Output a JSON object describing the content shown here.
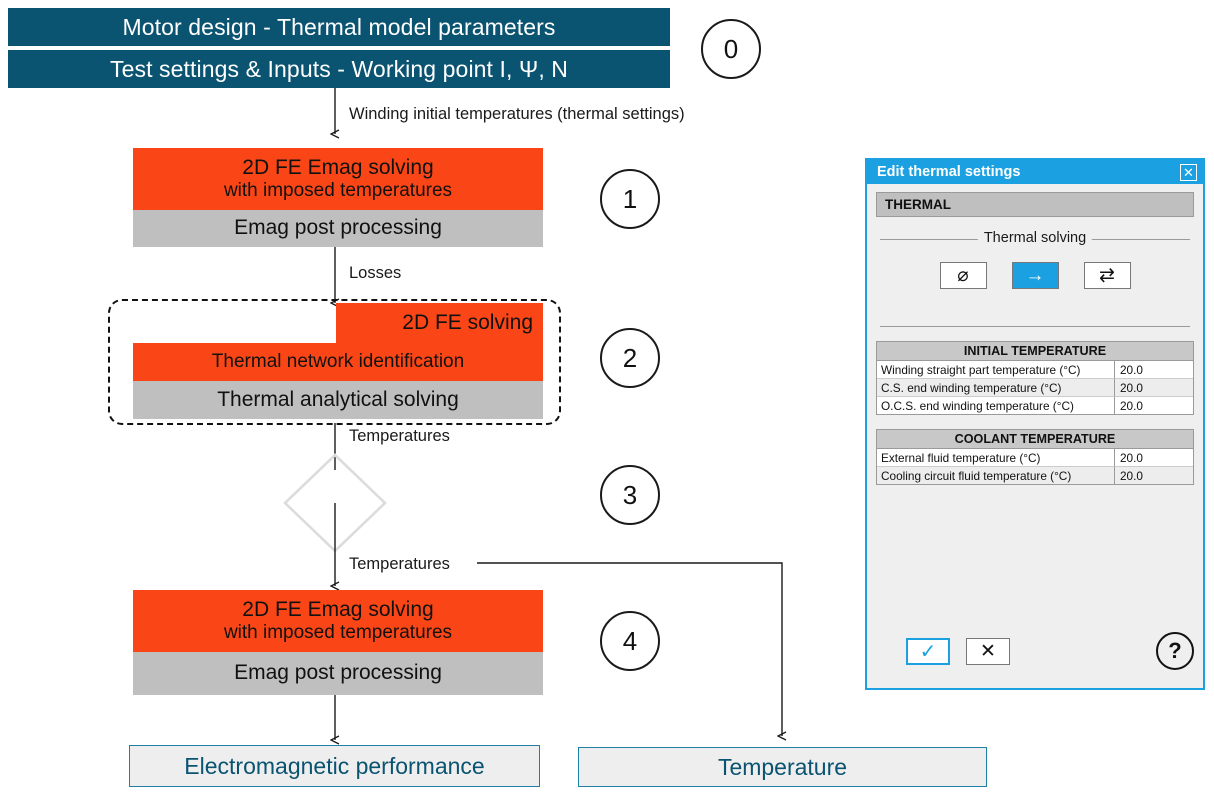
{
  "headers": [
    {
      "label": "Motor design - Thermal model parameters"
    },
    {
      "label": "Test settings & Inputs - Working point I, Ψ, N"
    }
  ],
  "steps": [
    {
      "number": "0"
    },
    {
      "number": "1"
    },
    {
      "number": "2"
    },
    {
      "number": "3"
    },
    {
      "number": "4"
    }
  ],
  "flow": {
    "edge_labels": {
      "winding_init": "Winding initial temperatures (thermal settings)",
      "losses": "Losses",
      "temperatures_1": "Temperatures",
      "temperatures_2": "Temperatures"
    },
    "step1": {
      "top_line1": "2D FE Emag solving",
      "top_line2": "with imposed temperatures",
      "bottom": "Emag post processing"
    },
    "step2": {
      "top": "2D FE solving",
      "middle": "Thermal network identification",
      "bottom": "Thermal analytical solving"
    },
    "step4": {
      "top_line1": "2D FE Emag solving",
      "top_line2": "with imposed temperatures",
      "bottom": "Emag post processing"
    },
    "results": [
      {
        "label": "Electromagnetic performance"
      },
      {
        "label": "Temperature"
      }
    ]
  },
  "dialog": {
    "title": "Edit thermal settings",
    "close_icon": "✕",
    "section_header": "THERMAL",
    "fieldset_legend": "Thermal solving",
    "solving_modes": [
      {
        "icon": "⌀",
        "name": "no-thermal-solving",
        "selected": false
      },
      {
        "icon": "→",
        "name": "one-way-solving",
        "selected": true
      },
      {
        "icon": "⇄",
        "name": "iterative-solving",
        "selected": false
      }
    ],
    "tables": [
      {
        "title": "INITIAL TEMPERATURE",
        "rows": [
          {
            "label": "Winding straight part temperature (°C)",
            "value": "20.0"
          },
          {
            "label": "C.S. end winding temperature (°C)",
            "value": "20.0"
          },
          {
            "label": "O.C.S. end winding temperature (°C)",
            "value": "20.0"
          }
        ]
      },
      {
        "title": "COOLANT TEMPERATURE",
        "rows": [
          {
            "label": "External fluid temperature (°C)",
            "value": "20.0"
          },
          {
            "label": "Cooling circuit fluid temperature (°C)",
            "value": "20.0"
          }
        ]
      }
    ],
    "footer": {
      "ok_icon": "✓",
      "cancel_icon": "✕",
      "help_icon": "?"
    }
  },
  "colors": {
    "header_bar": "#0a5371",
    "orange": "#fa4616",
    "gray": "#bfbfbf",
    "dialog_accent": "#1ba1e2",
    "result_text": "#0a5371"
  }
}
